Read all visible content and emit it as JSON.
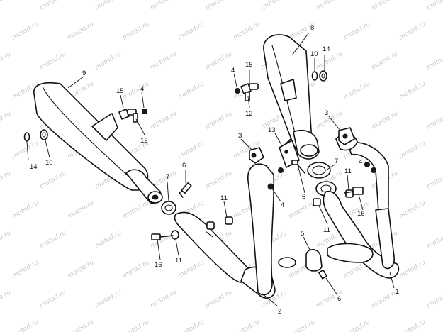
{
  "watermark": "motod.ru",
  "parts": [
    {
      "id": "part-1",
      "label": "1"
    },
    {
      "id": "part-2",
      "label": "2"
    },
    {
      "id": "part-3",
      "label": "3"
    },
    {
      "id": "part-4",
      "label": "4"
    },
    {
      "id": "part-5",
      "label": "5"
    },
    {
      "id": "part-6",
      "label": "6"
    },
    {
      "id": "part-7",
      "label": "7"
    },
    {
      "id": "part-8",
      "label": "8"
    },
    {
      "id": "part-9",
      "label": "9"
    },
    {
      "id": "part-10",
      "label": "10"
    },
    {
      "id": "part-11",
      "label": "11"
    },
    {
      "id": "part-12",
      "label": "12"
    },
    {
      "id": "part-13",
      "label": "13"
    },
    {
      "id": "part-14",
      "label": "14"
    },
    {
      "id": "part-15",
      "label": "15"
    },
    {
      "id": "part-16",
      "label": "16"
    }
  ],
  "colors": {
    "line": "#111111",
    "watermark": "#c9c9c9",
    "background": "#ffffff"
  }
}
